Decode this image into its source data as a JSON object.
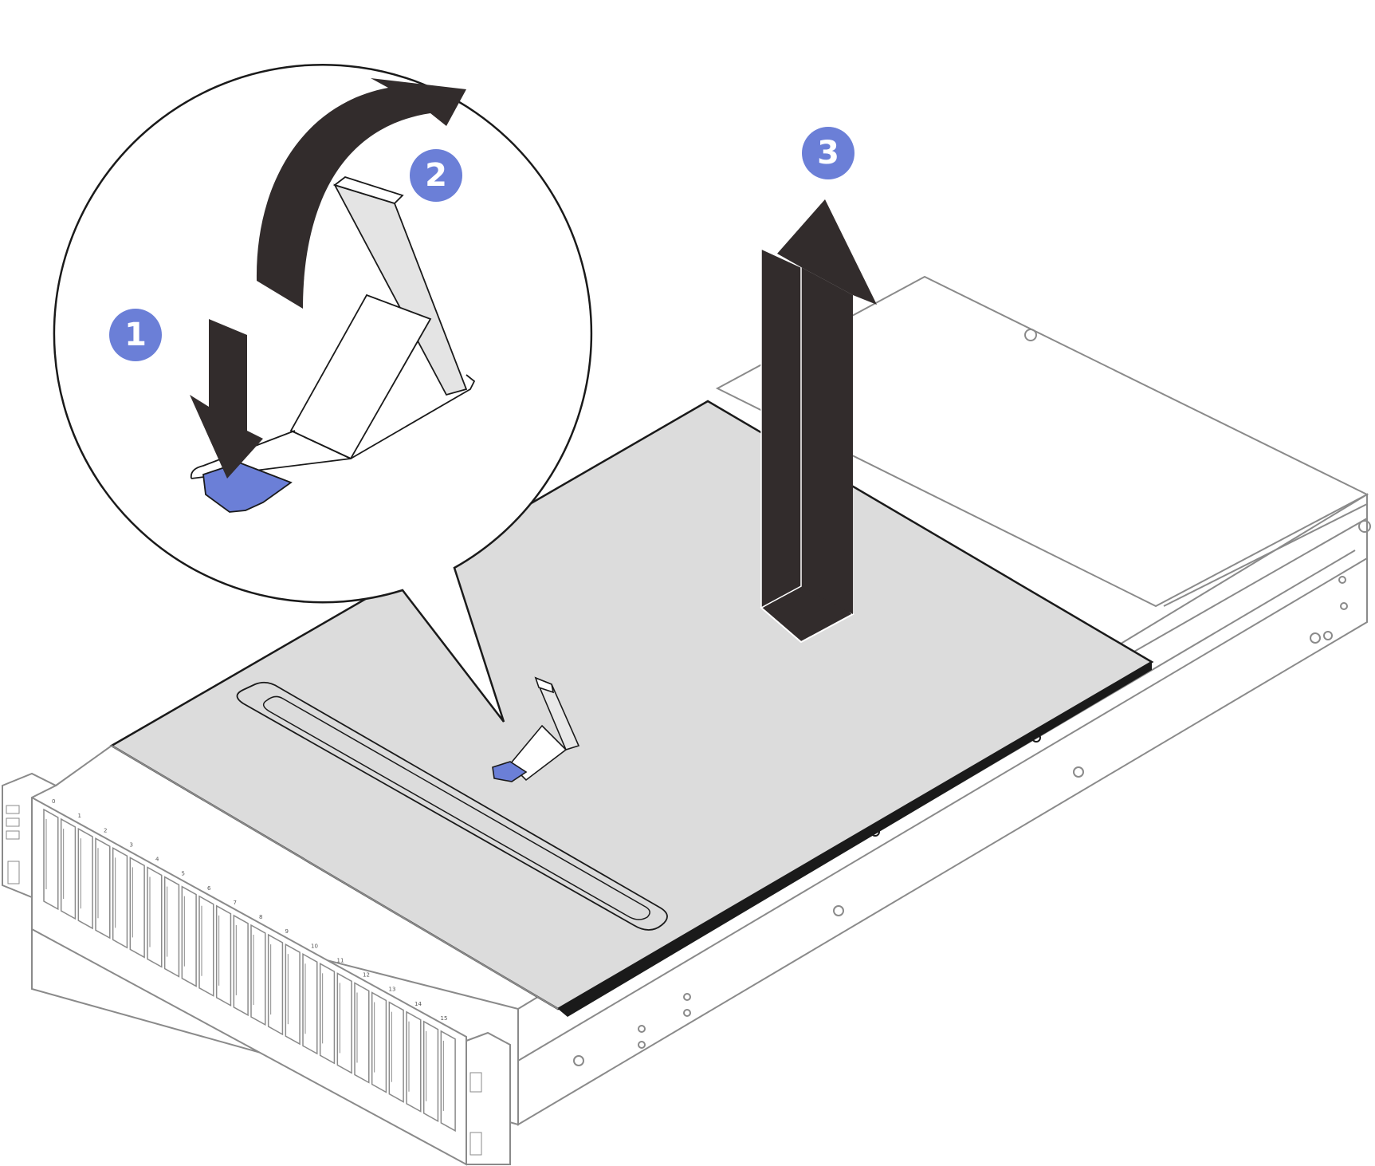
{
  "colors": {
    "background": "#ffffff",
    "cover": "#dcdcdc",
    "outline": "#1a1a1a",
    "chassis_line": "#8a8a8a",
    "arrow": "#322c2c",
    "accent": "#6b7fd7"
  },
  "steps": [
    {
      "label": "1",
      "action": "press-release-button",
      "icon": "down-arrow"
    },
    {
      "label": "2",
      "action": "rotate-latch-up",
      "icon": "curved-arrow"
    },
    {
      "label": "3",
      "action": "lift-top-cover",
      "icon": "up-arrow"
    }
  ],
  "drive_bays": {
    "count": 24,
    "bay_labels": [
      "0",
      "1",
      "2",
      "3",
      "4",
      "5",
      "6",
      "7",
      "8",
      "9",
      "10",
      "11",
      "12",
      "13",
      "14",
      "15"
    ]
  }
}
